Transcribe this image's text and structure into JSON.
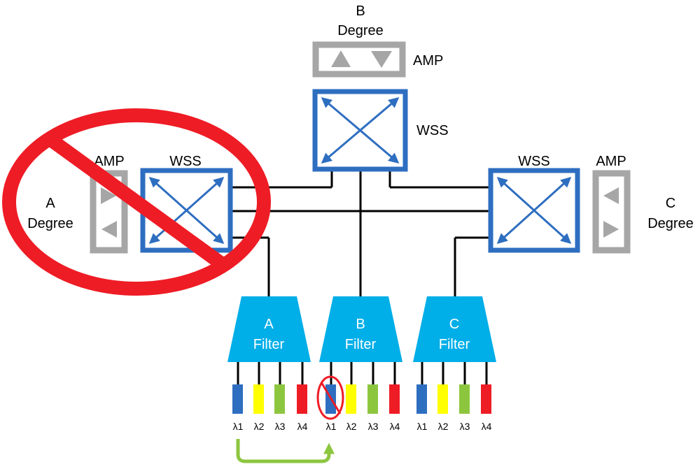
{
  "degrees": {
    "b": {
      "letter": "B",
      "word": "Degree",
      "amp_label": "AMP",
      "wss_label": "WSS"
    },
    "a": {
      "letter": "A",
      "word": "Degree",
      "amp_label": "AMP",
      "wss_label": "WSS"
    },
    "c": {
      "letter": "C",
      "word": "Degree",
      "amp_label": "AMP",
      "wss_label": "WSS"
    }
  },
  "filters": [
    {
      "letter": "A",
      "word": "Filter",
      "lambdas": [
        "λ1",
        "λ2",
        "λ3",
        "λ4"
      ]
    },
    {
      "letter": "B",
      "word": "Filter",
      "lambdas": [
        "λ1",
        "λ2",
        "λ3",
        "λ4"
      ]
    },
    {
      "letter": "C",
      "word": "Filter",
      "lambdas": [
        "λ1",
        "λ2",
        "λ3",
        "λ4"
      ]
    }
  ],
  "colors": {
    "wss_blue": "#2e6ec0",
    "filter_blue": "#00aee8",
    "amp_gray": "#a6a6a6",
    "prohibit_red": "#ee1c25",
    "arrow_green": "#8cc63f",
    "lambda_colors": [
      "#2e6ec0",
      "#ffff00",
      "#8cc63f",
      "#ee1c25"
    ]
  }
}
